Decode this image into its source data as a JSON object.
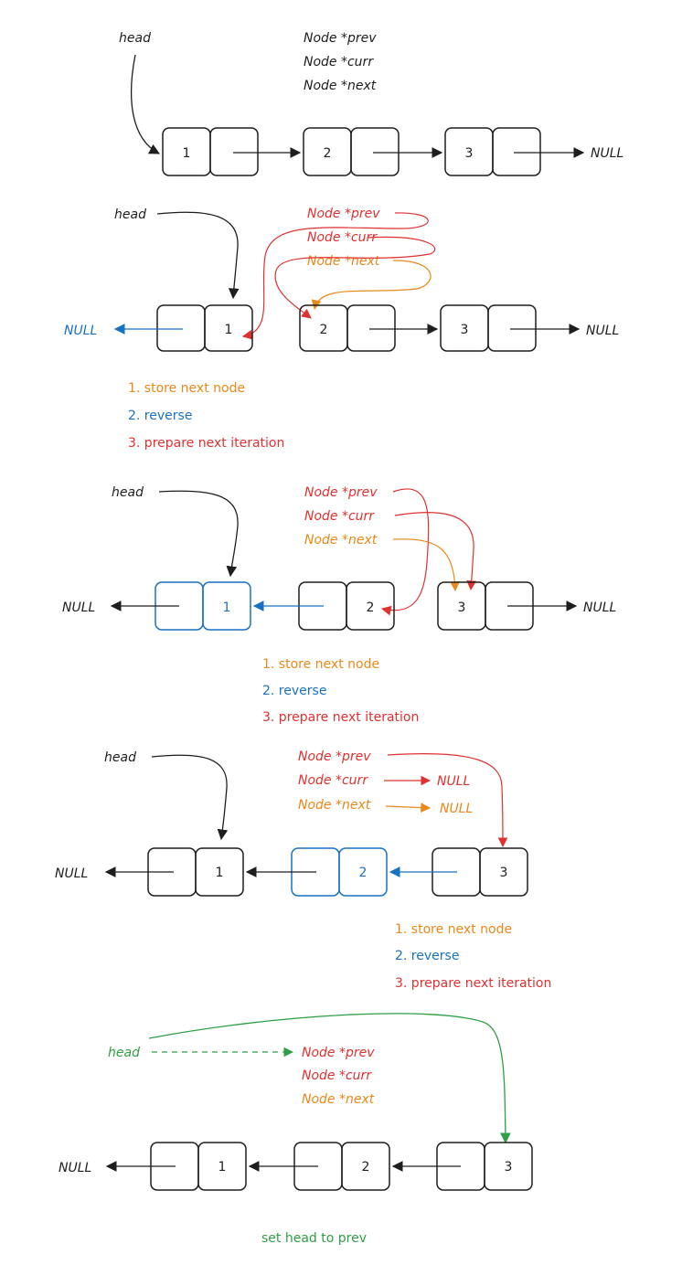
{
  "colors": {
    "ink": "#1e1e1e",
    "orange": "#e8891a",
    "blue": "#1971c2",
    "red": "#e03131",
    "green": "#2f9e44"
  },
  "labels": {
    "head": "head",
    "null": "NULL",
    "prev": "Node *prev",
    "curr": "Node *curr",
    "next": "Node *next"
  },
  "steps": {
    "store": "1. store next node",
    "reverse": "2. reverse",
    "prepare": "3. prepare next iteration"
  },
  "final_note": "set head to prev",
  "nodes": [
    "1",
    "2",
    "3"
  ]
}
